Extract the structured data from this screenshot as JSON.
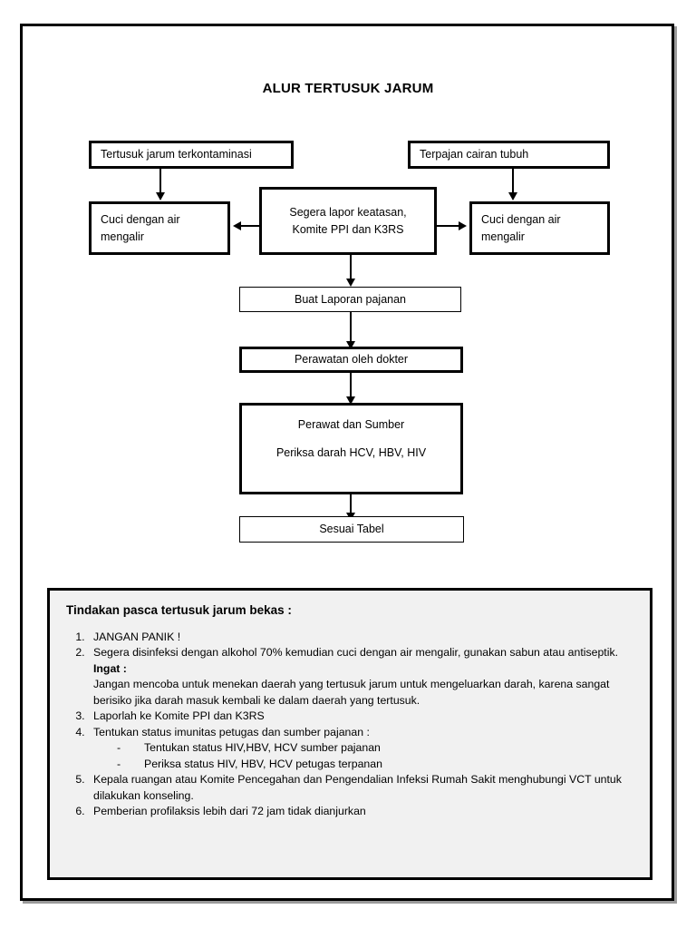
{
  "document": {
    "title": "ALUR TERTUSUK JARUM"
  },
  "flowchart": {
    "type": "flowchart",
    "nodes": [
      {
        "id": "n1",
        "label": "Tertusuk jarum terkontaminasi"
      },
      {
        "id": "n2",
        "label": "Terpajan cairan tubuh"
      },
      {
        "id": "n3",
        "line1": "Cuci dengan air",
        "line2": "mengalir"
      },
      {
        "id": "n4",
        "line1": "Segera lapor keatasan,",
        "line2": "Komite PPI dan K3RS"
      },
      {
        "id": "n5",
        "line1": "Cuci dengan air",
        "line2": "mengalir"
      },
      {
        "id": "n6",
        "label": "Buat Laporan pajanan"
      },
      {
        "id": "n7",
        "label": "Perawatan oleh dokter"
      },
      {
        "id": "n8",
        "line1": "Perawat dan Sumber",
        "line2": "Periksa darah HCV, HBV, HIV"
      },
      {
        "id": "n9",
        "label": "Sesuai Tabel"
      }
    ],
    "edges": [
      {
        "from": "n1",
        "to": "n3",
        "direction": "down"
      },
      {
        "from": "n2",
        "to": "n5",
        "direction": "down"
      },
      {
        "from": "n4",
        "to": "n3",
        "direction": "left"
      },
      {
        "from": "n4",
        "to": "n5",
        "direction": "right"
      },
      {
        "from": "n4",
        "to": "n6",
        "direction": "down"
      },
      {
        "from": "n6",
        "to": "n7",
        "direction": "down"
      },
      {
        "from": "n7",
        "to": "n8",
        "direction": "down"
      },
      {
        "from": "n8",
        "to": "n9",
        "direction": "down"
      }
    ]
  },
  "notes": {
    "heading": "Tindakan pasca tertusuk jarum bekas :",
    "items": [
      {
        "n": "1",
        "text": "JANGAN PANIK !"
      },
      {
        "n": "2",
        "text": "Segera disinfeksi dengan alkohol 70% kemudian cuci dengan air mengalir, gunakan sabun atau antiseptik.",
        "sub_heading": "Ingat :",
        "sub_text": "Jangan mencoba untuk menekan daerah yang tertusuk jarum untuk mengeluarkan darah, karena sangat berisiko jika darah masuk kembali ke dalam daerah yang tertusuk."
      },
      {
        "n": "3",
        "text": "Laporlah ke Komite PPI dan K3RS"
      },
      {
        "n": "4",
        "text": "Tentukan status imunitas petugas dan sumber pajanan :",
        "bullets": [
          "Tentukan status HIV,HBV, HCV sumber pajanan",
          "Periksa status HIV, HBV, HCV petugas terpanan"
        ]
      },
      {
        "n": "5",
        "text": "Kepala ruangan atau Komite Pencegahan dan Pengendalian Infeksi Rumah Sakit menghubungi VCT untuk dilakukan konseling."
      },
      {
        "n": "6",
        "text": "Pemberian profilaksis lebih dari 72 jam tidak dianjurkan"
      }
    ],
    "bullet_marker": "-"
  },
  "colors": {
    "ink": "#000000",
    "paper": "#ffffff",
    "panel_background": "#f1f1f1",
    "frame_shadow": "#9a9a9a"
  }
}
